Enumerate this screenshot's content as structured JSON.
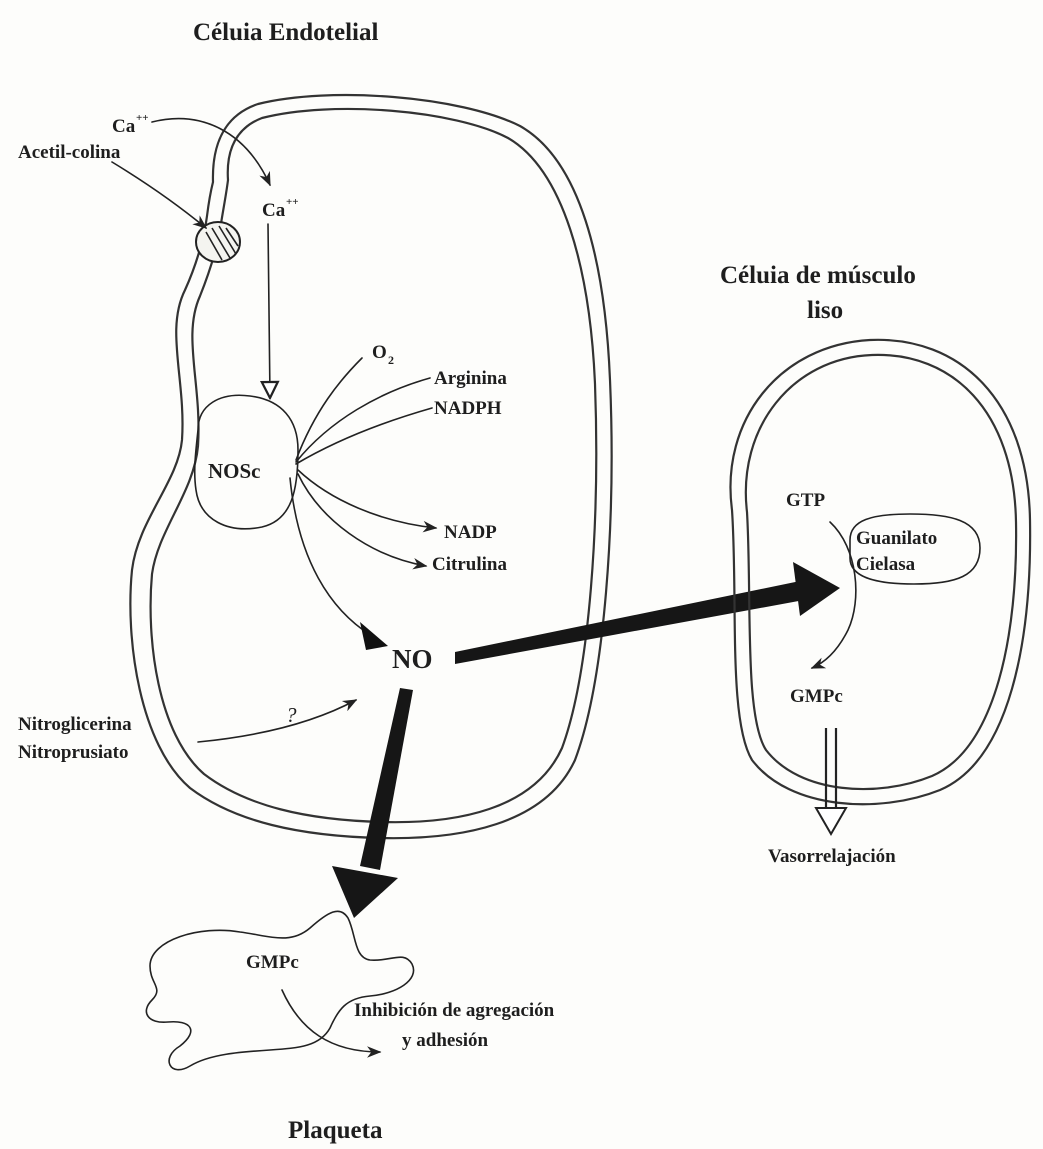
{
  "titles": {
    "endothelial": "Céluia Endotelial",
    "smooth_muscle_line1": "Céluia de músculo",
    "smooth_muscle_line2": "liso",
    "platelet": "Plaqueta"
  },
  "endothelial_labels": {
    "ca_outside": "Ca",
    "ca_outside_charge": "++",
    "acetylcholine": "Acetil-colina",
    "ca_inside": "Ca",
    "ca_inside_charge": "++",
    "o2": "O",
    "o2_subscript": "2",
    "arginine": "Arginina",
    "nadph": "NADPH",
    "enzyme": "NOSc",
    "nadp": "NADP",
    "citrulline": "Citrulina",
    "no": "NO",
    "question": "?",
    "nitroglycerin": "Nitroglicerina",
    "nitroprusside": "Nitroprusiato"
  },
  "smooth_muscle_labels": {
    "gtp": "GTP",
    "guanylate_line1": "Guanilato",
    "guanylate_line2": "Cielasa",
    "cgmp": "GMPc",
    "vasorelaxation": "Vasorrelajación"
  },
  "platelet_labels": {
    "cgmp": "GMPc",
    "inhibition_line1": "Inhibición de agregación",
    "inhibition_line2": "y adhesión"
  }
}
